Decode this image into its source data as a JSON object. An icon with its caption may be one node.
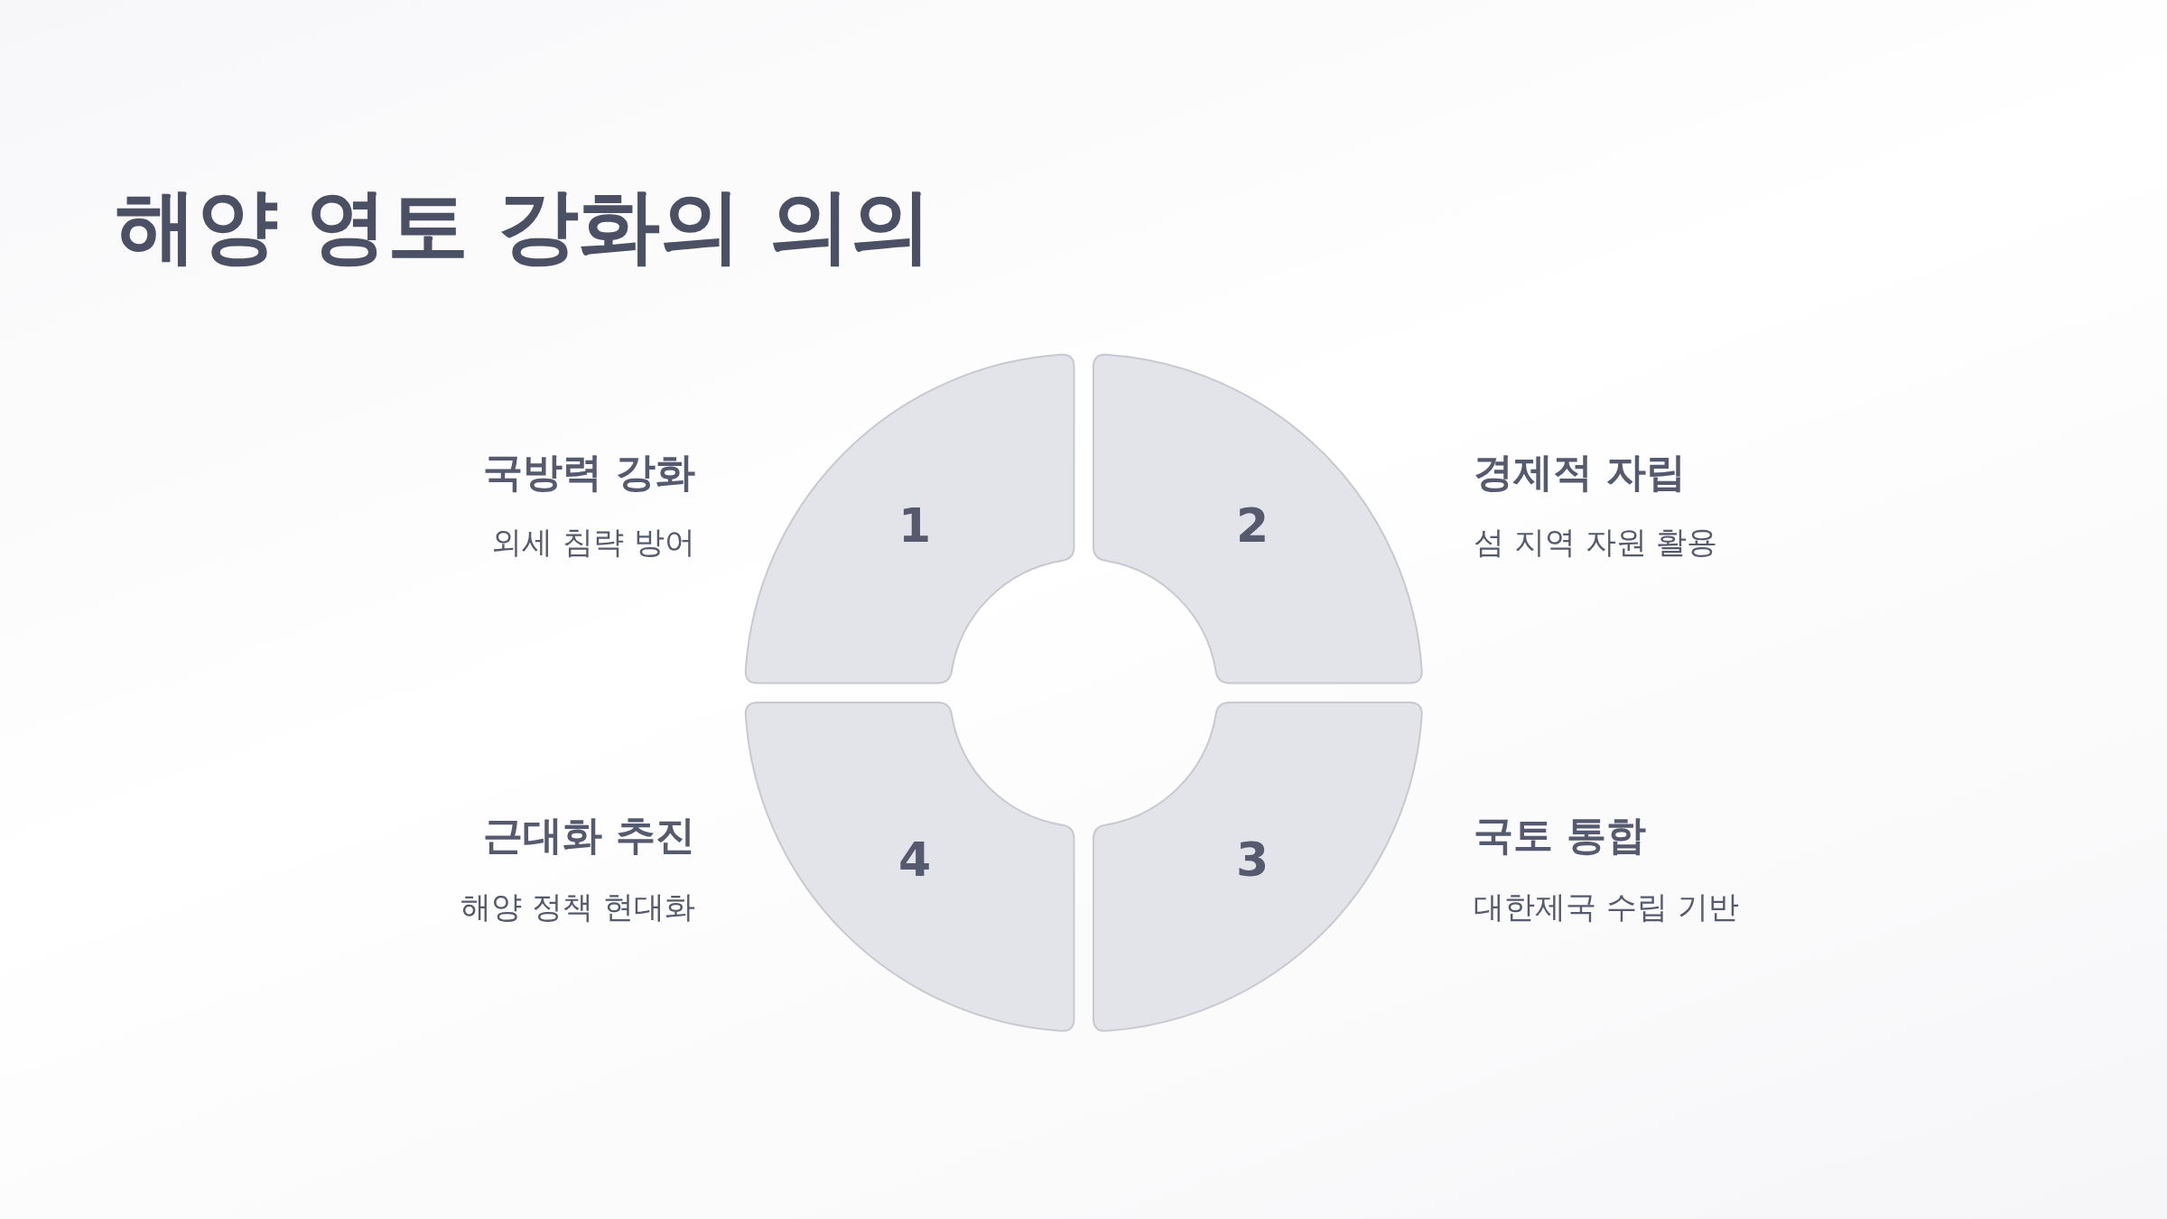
{
  "diagram": {
    "title": "해양 영토 강화의 의의",
    "nodes": [
      {
        "text": [
          "1"
        ],
        "beside": [
          "국방력 강화",
          "외세 침략 방어"
        ]
      },
      {
        "text": [
          "2"
        ],
        "beside": [
          "경제적 자립",
          "섬 지역 자원 활용"
        ]
      },
      {
        "text": [
          "3"
        ],
        "beside": [
          "국토 통합",
          "대한제국 수립 기반"
        ]
      },
      {
        "text": [
          "4"
        ],
        "beside": [
          "근대화 추진",
          "해양 정책 현대화"
        ]
      }
    ]
  }
}
